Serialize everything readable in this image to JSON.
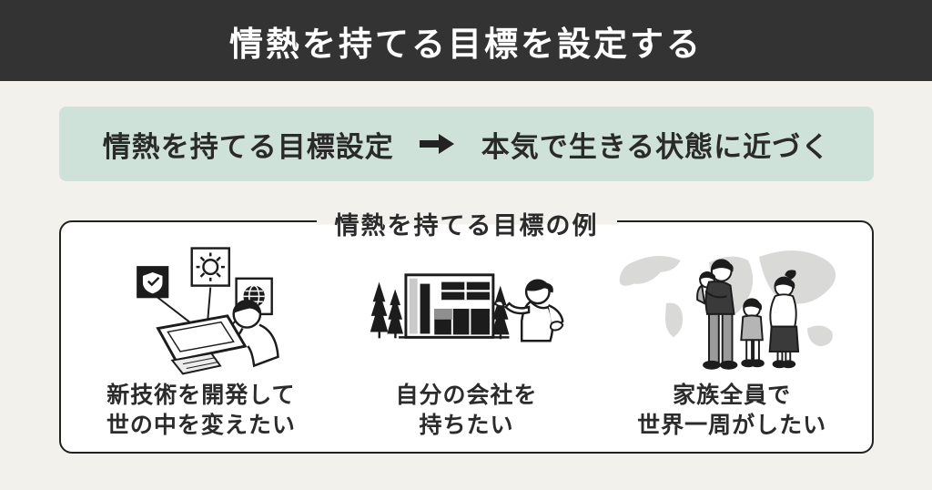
{
  "header": {
    "title": "情熱を持てる目標を設定する",
    "background_color": "#333333",
    "text_color": "#ffffff"
  },
  "banner": {
    "left_text": "情熱を持てる目標設定",
    "arrow_icon": "right-arrow",
    "right_text": "本気で生きる状態に近づく",
    "background_color": "#cfe2da"
  },
  "examples": {
    "title": "情熱を持てる目標の例",
    "items": [
      {
        "illustration": "tech-development-illustration",
        "caption_line1": "新技術を開発して",
        "caption_line2": "世の中を変えたい"
      },
      {
        "illustration": "own-company-illustration",
        "caption_line1": "自分の会社を",
        "caption_line2": "持ちたい"
      },
      {
        "illustration": "family-world-trip-illustration",
        "caption_line1": "家族全員で",
        "caption_line2": "世界一周がしたい"
      }
    ]
  },
  "colors": {
    "page_background": "#f3f1ec",
    "box_border": "#222222",
    "box_background": "#ffffff",
    "map_gray": "#d9d9d7",
    "ink": "#1c1c1c"
  }
}
